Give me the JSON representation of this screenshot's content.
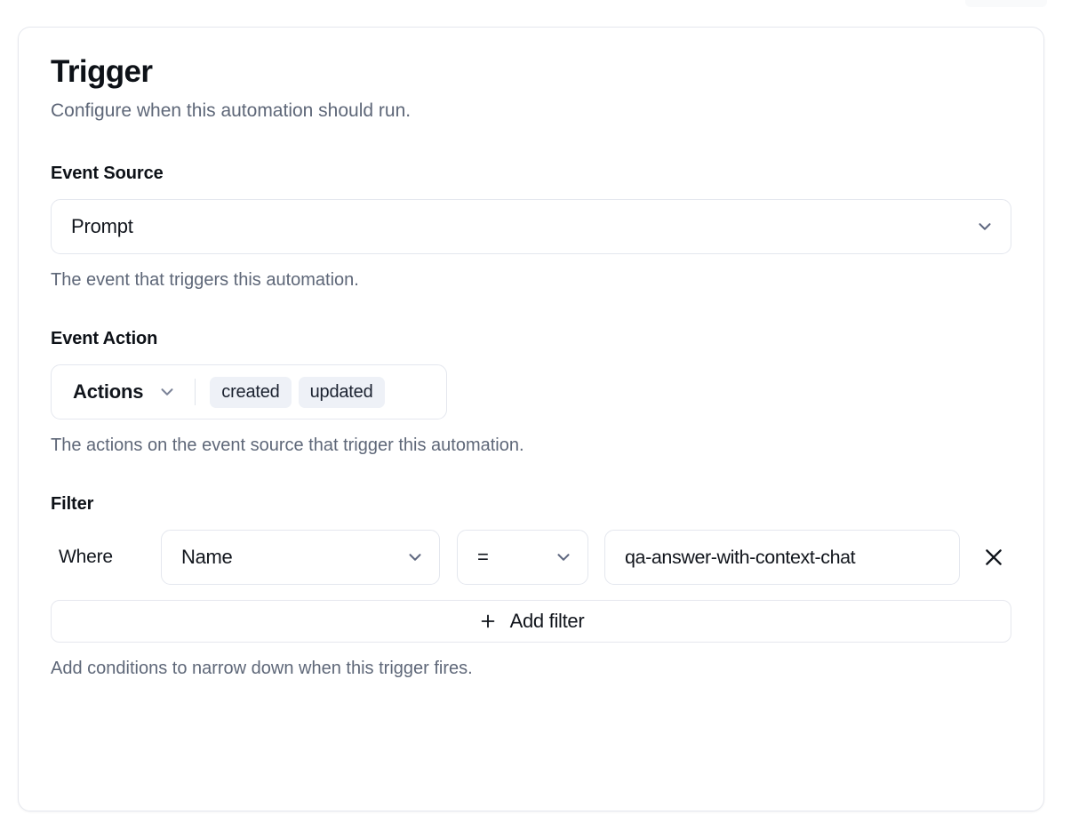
{
  "card": {
    "title": "Trigger",
    "subtitle": "Configure when this automation should run."
  },
  "event_source": {
    "label": "Event Source",
    "value": "Prompt",
    "help": "The event that triggers this automation.",
    "chevron_icon": "chevron-down-icon"
  },
  "event_action": {
    "label": "Event Action",
    "trigger_label": "Actions",
    "chevron_icon": "chevron-down-icon",
    "tags": [
      "created",
      "updated"
    ],
    "help": "The actions on the event source that trigger this automation."
  },
  "filter": {
    "label": "Filter",
    "where_label": "Where",
    "attribute": "Name",
    "operator": "=",
    "value": "qa-answer-with-context-chat",
    "remove_icon": "close-icon",
    "add_filter_label": "Add filter",
    "add_filter_icon": "plus-icon",
    "help": "Add conditions to narrow down when this trigger fires."
  },
  "colors": {
    "text_primary": "#11151c",
    "text_muted": "#5e6778",
    "border": "#e4e7ee",
    "tag_bg": "#eef1f7",
    "card_bg": "#ffffff"
  }
}
